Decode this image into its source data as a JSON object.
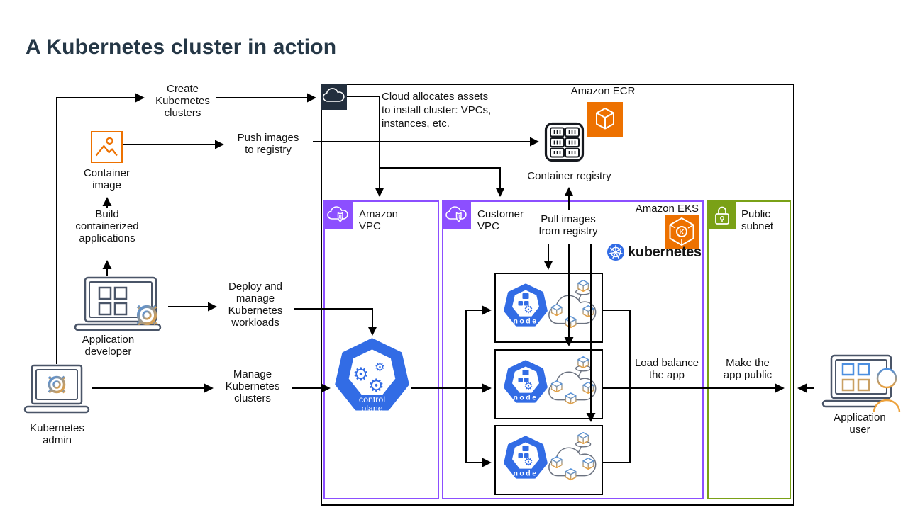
{
  "title": "A Kubernetes cluster in action",
  "colors": {
    "aws_orange": "#ED7100",
    "vpc_purple": "#8C4FFF",
    "subnet_green": "#7AA116",
    "k8s_blue": "#326CE5",
    "dark_navy": "#232F3E"
  },
  "left_flow": {
    "create_clusters": "Create\nKubernetes\nclusters",
    "container_image": "Container\nimage",
    "push_images": "Push images\nto registry",
    "build_apps": "Build\ncontainerized\napplications",
    "app_developer": "Application\ndeveloper",
    "deploy_manage": "Deploy and\nmanage\nKubernetes\nworkloads",
    "k8s_admin": "Kubernetes\nadmin",
    "manage_clusters": "Manage\nKubernetes\nclusters"
  },
  "cloud_box": {
    "cloud_note": "Cloud allocates assets\nto install cluster:  VPCs,\ninstances, etc.",
    "ecr_label": "Amazon ECR",
    "registry_label": "Container registry",
    "pull_images": "Pull images\nfrom registry"
  },
  "vpc": {
    "amazon_vpc": "Amazon\nVPC",
    "customer_vpc": "Customer\nVPC",
    "eks_label": "Amazon EKS",
    "k8s_wordmark": "kubernetes",
    "public_subnet": "Public\nsubnet"
  },
  "cluster": {
    "control_line1": "control",
    "control_line2": "plane",
    "node_label": "node",
    "load_balance": "Load balance\nthe app",
    "make_public": "Make the\napp public"
  },
  "right": {
    "app_user": "Application\nuser"
  }
}
